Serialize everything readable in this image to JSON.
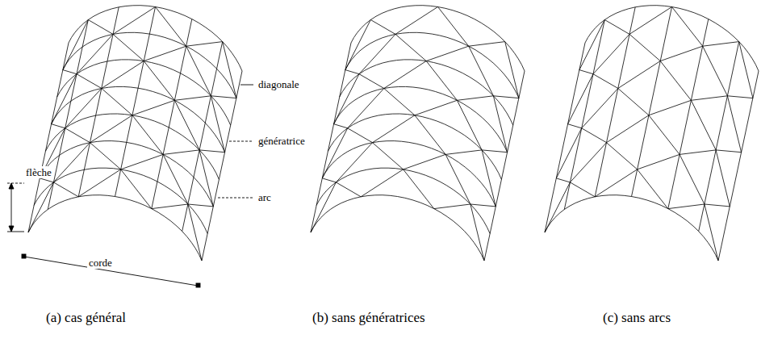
{
  "diagram": {
    "labels": [
      "flèche",
      "corde",
      "diagonale",
      "génératrice",
      "arc",
      "(a) cas général",
      "(b) sans génératrices",
      "(c) sans arcs"
    ]
  }
}
